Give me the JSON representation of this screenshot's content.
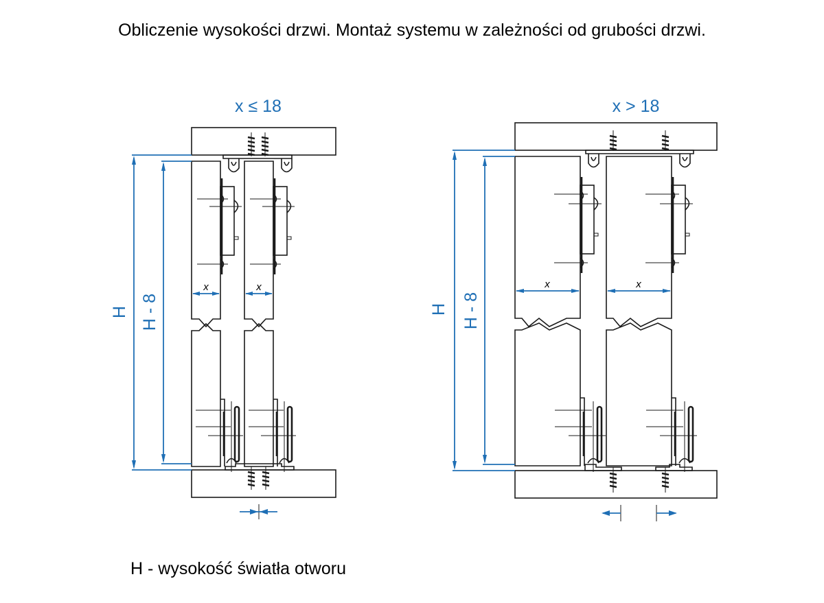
{
  "title": "Obliczenie wysokości drzwi. Montaż systemu w zależności od grubości drzwi.",
  "caption": "H - wysokość światła otworu",
  "colors": {
    "dimension": "#1f6fb5",
    "line": "#1a1a1a",
    "background": "#ffffff"
  },
  "diagrams": [
    {
      "condition": "x ≤ 18",
      "height_label": "H",
      "door_height_label": "H - 8",
      "thickness_label": "x",
      "gap_indicator": "arrows-inward"
    },
    {
      "condition": "x > 18",
      "height_label": "H",
      "door_height_label": "H - 8",
      "thickness_label": "x",
      "gap_indicator": "arrows-outward"
    }
  ]
}
